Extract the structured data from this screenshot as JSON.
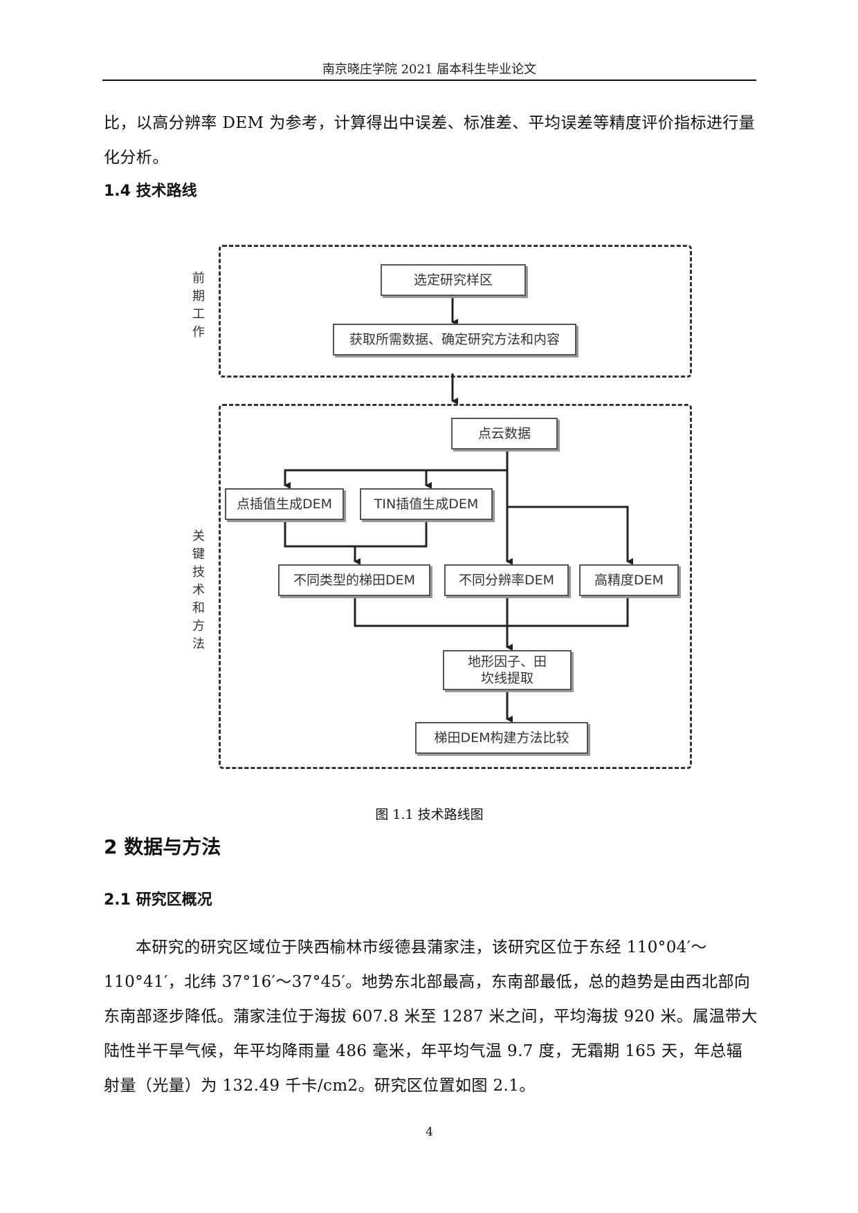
{
  "header": {
    "title": "南京晓庄学院 2021 届本科生毕业论文"
  },
  "paragraphs": {
    "intro_continued": "比，以高分辨率 DEM 为参考，计算得出中误差、标准差、平均误差等精度评价指标进行量化分析。",
    "study_area": "本研究的研究区域位于陕西榆林市绥德县蒲家洼，该研究区位于东经 110°04′～110°41′，北纬 37°16′～37°45′。地势东北部最高，东南部最低，总的趋势是由西北部向东南部逐步降低。蒲家洼位于海拔 607.8 米至 1287 米之间，平均海拔 920 米。属温带大陆性半干旱气候，年平均降雨量 486 毫米，年平均气温 9.7 度，无霜期 165 天，年总辐射量（光量）为 132.49 千卡/cm2。研究区位置如图 2.1。"
  },
  "headings": {
    "h_1_4": "1.4  技术路线",
    "h_2": "2  数据与方法",
    "h_2_1": "2.1  研究区概况"
  },
  "figure": {
    "caption": "图  1.1  技术路线图",
    "groups": {
      "preliminary": "前期工作",
      "key_methods": "关键技术和方法"
    },
    "nodes": {
      "select_sample_area": "选定研究样区",
      "acquire_data": "获取所需数据、确定研究方法和内容",
      "point_cloud": "点云数据",
      "point_interp": "点插值生成DEM",
      "tin_interp": "TIN插值生成DEM",
      "terrace_types": "不同类型的梯田DEM",
      "resolutions": "不同分辨率DEM",
      "high_precision": "高精度DEM",
      "terrain_factors": "地形因子、田坎线提取",
      "compare_methods": "梯田DEM构建方法比较"
    }
  },
  "page_number": "4"
}
